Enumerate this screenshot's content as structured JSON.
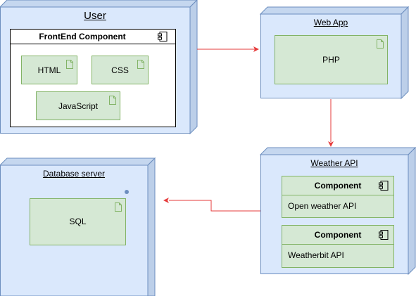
{
  "colors": {
    "node_fill": "#dae8fc",
    "node_stroke": "#6c8ebf",
    "component_fill": "#d5e8d4",
    "component_stroke": "#82b366",
    "arrow": "#e63b3b"
  },
  "user_node": {
    "title": "User",
    "frontend": {
      "title": "FrontEnd Component",
      "items": [
        "HTML",
        "CSS",
        "JavaScript"
      ]
    }
  },
  "webapp_node": {
    "title": "Web App",
    "component": "PHP"
  },
  "weather_node": {
    "title": "Weather API",
    "components": [
      {
        "header": "Component",
        "name": "Open weather API"
      },
      {
        "header": "Component",
        "name": "Weatherbit API"
      }
    ]
  },
  "database_node": {
    "title": "Database server",
    "component": "SQL"
  },
  "icons": {
    "document": "document-icon",
    "component": "component-icon"
  }
}
